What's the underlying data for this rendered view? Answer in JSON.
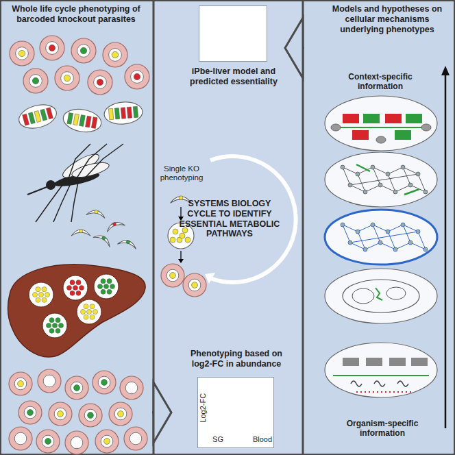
{
  "diagram": {
    "nodes": [
      {
        "text": [
          "Whole life cycle phenotyping of barcoded knockout parasites"
        ]
      },
      {
        "text": [
          "SYSTEMS BIOLOGY CYCLE TO IDENTIFY ESSENTIAL METABOLIC PATHWAYS"
        ]
      },
      {
        "text": [
          "iPbe-liver model and predicted essentiality"
        ],
        "in": 1
      },
      {
        "text": [
          "Phenotyping based on log2-FC in abundance"
        ],
        "in": 1
      },
      {
        "text": [
          "Models and hypotheses on cellular mechanisms underlying phenotypes"
        ]
      }
    ],
    "edges": [
      {
        "from": 0,
        "to": 1,
        "arrow": "to"
      },
      {
        "from": 4,
        "to": 1,
        "arrow": "to"
      }
    ],
    "labels": [
      "Single KO phenotyping",
      "Log2-FC",
      "SG",
      "Blood",
      "Context-specific information",
      "Organism-specific information"
    ]
  }
}
